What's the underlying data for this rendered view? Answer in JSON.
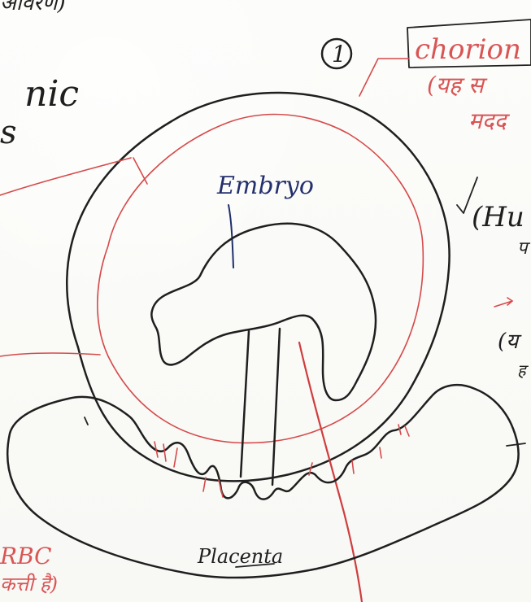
{
  "labels": {
    "top_left_partial": "आवरण)",
    "left_partial_1": "nic",
    "left_partial_2": "s",
    "circle_number": "1",
    "chorion_partial": "chorion",
    "hindi_red_1": "(यह स",
    "hindi_red_2": "मदद",
    "human_partial": "(Hu",
    "human_next_partial": "प",
    "right_partial_red_1": "(य",
    "right_partial_red_2": "ह",
    "embryo": "Embryo",
    "placenta": "Placenta",
    "bottom_left_red_1": "RBC",
    "bottom_left_red_2": "कत्ती है)"
  },
  "colors": {
    "paper": "#fbfbf8",
    "black_ink": "#1f1f1f",
    "blue_ink": "#24306d",
    "red_ink": "#d54a4a"
  }
}
